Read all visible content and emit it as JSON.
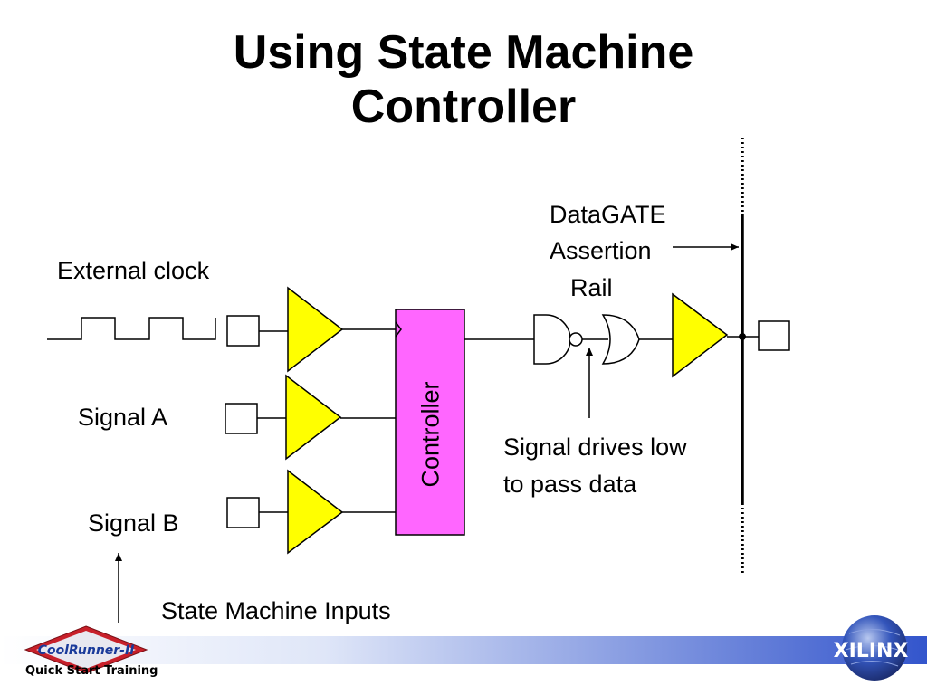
{
  "title": {
    "line1": "Using State Machine",
    "line2": "Controller"
  },
  "labels": {
    "external_clock": "External clock",
    "signal_a": "Signal A",
    "signal_b": "Signal B",
    "state_machine_inputs": "State Machine Inputs",
    "controller": "Controller",
    "datagate_line1": "DataGATE",
    "datagate_line2": "Assertion",
    "datagate_line3": "Rail",
    "signal_drives_line1": "Signal drives low",
    "signal_drives_line2": "to pass data"
  },
  "colors": {
    "buffer_fill": "#ffff00",
    "controller_fill": "#ff66ff",
    "footer_band": "#3355cc"
  },
  "footer": {
    "coolrunner_logo": "CoolRunner-II",
    "quick_start": "Quick Start Training",
    "xilinx_logo": "XILINX"
  }
}
